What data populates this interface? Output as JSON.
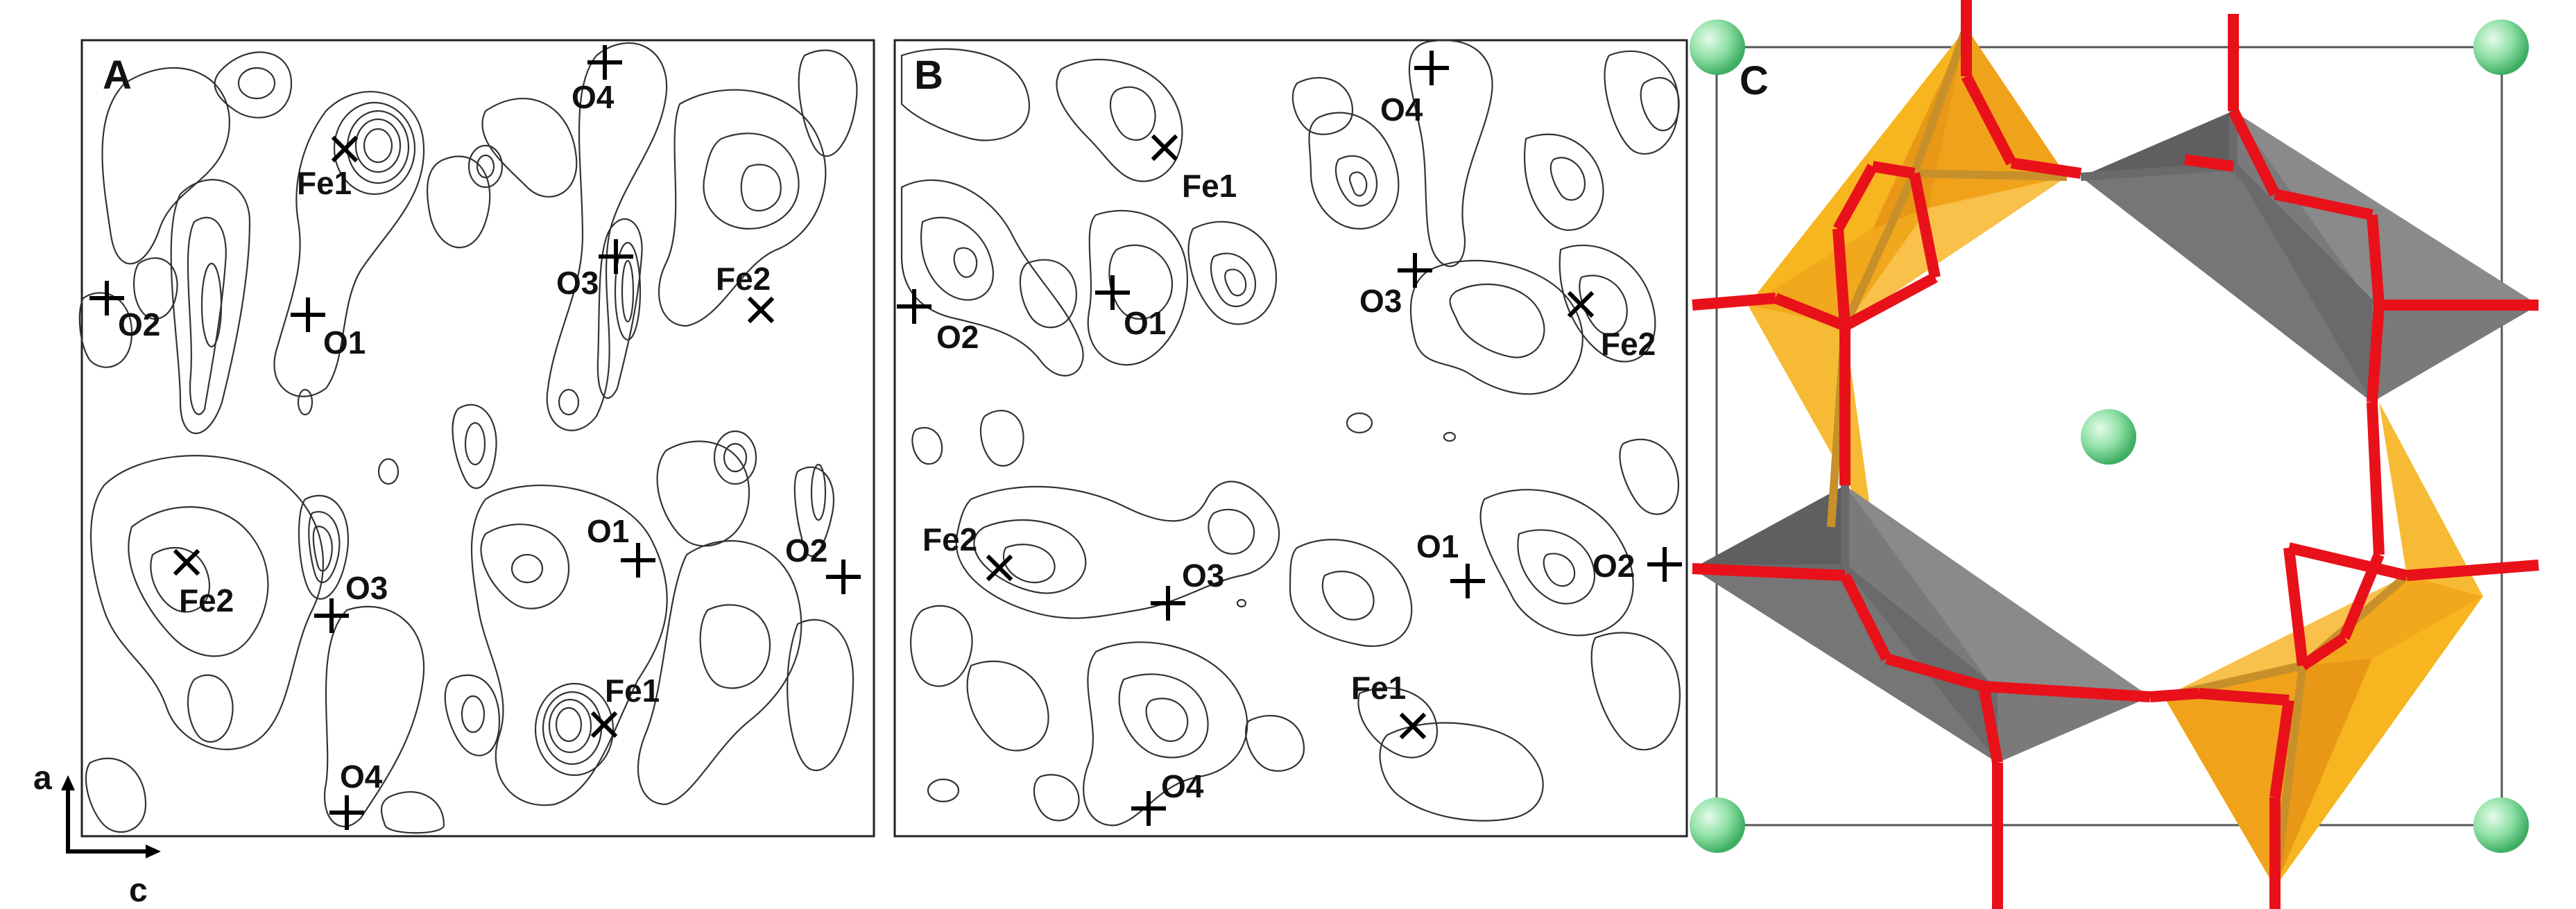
{
  "panels": {
    "a": {
      "label": "A",
      "sites": [
        {
          "id": "fe1_top",
          "text": "Fe1",
          "type": "cross"
        },
        {
          "id": "fe2_top",
          "text": "Fe2",
          "type": "cross"
        },
        {
          "id": "o1_top",
          "text": "O1",
          "type": "plus"
        },
        {
          "id": "o2_left",
          "text": "O2",
          "type": "plus"
        },
        {
          "id": "o3_top",
          "text": "O3",
          "type": "plus"
        },
        {
          "id": "o4_top",
          "text": "O4",
          "type": "plus"
        },
        {
          "id": "fe2_bot",
          "text": "Fe2",
          "type": "cross"
        },
        {
          "id": "o3_bot",
          "text": "O3",
          "type": "plus"
        },
        {
          "id": "o1_bot",
          "text": "O1",
          "type": "plus"
        },
        {
          "id": "o2_right",
          "text": "O2",
          "type": "plus"
        },
        {
          "id": "fe1_bot",
          "text": "Fe1",
          "type": "cross"
        },
        {
          "id": "o4_bot",
          "text": "O4",
          "type": "plus"
        }
      ]
    },
    "b": {
      "label": "B",
      "sites": [
        {
          "id": "fe1_top",
          "text": "Fe1",
          "type": "cross"
        },
        {
          "id": "o4_top",
          "text": "O4",
          "type": "plus"
        },
        {
          "id": "o2_left",
          "text": "O2",
          "type": "plus"
        },
        {
          "id": "o1_top",
          "text": "O1",
          "type": "plus"
        },
        {
          "id": "o3_top",
          "text": "O3",
          "type": "plus"
        },
        {
          "id": "fe2_top",
          "text": "Fe2",
          "type": "cross"
        },
        {
          "id": "fe2_bot",
          "text": "Fe2",
          "type": "cross"
        },
        {
          "id": "o3_bot",
          "text": "O3",
          "type": "plus"
        },
        {
          "id": "o1_bot",
          "text": "O1",
          "type": "plus"
        },
        {
          "id": "o2_right",
          "text": "O2",
          "type": "plus"
        },
        {
          "id": "fe1_bot",
          "text": "Fe1",
          "type": "cross"
        },
        {
          "id": "o4_bot",
          "text": "O4",
          "type": "plus"
        }
      ]
    },
    "c": {
      "label": "C",
      "colors": {
        "tetrahedron_gold": "#f6b21e",
        "tetrahedron_gray": "#6f6f6f",
        "bond_oxygen": "#e8111a",
        "bond_gold": "#c8902a",
        "bond_gray": "#5a5a5a",
        "cation": "#7fdc9c"
      }
    }
  },
  "axes": {
    "vertical": "a",
    "horizontal": "c"
  }
}
